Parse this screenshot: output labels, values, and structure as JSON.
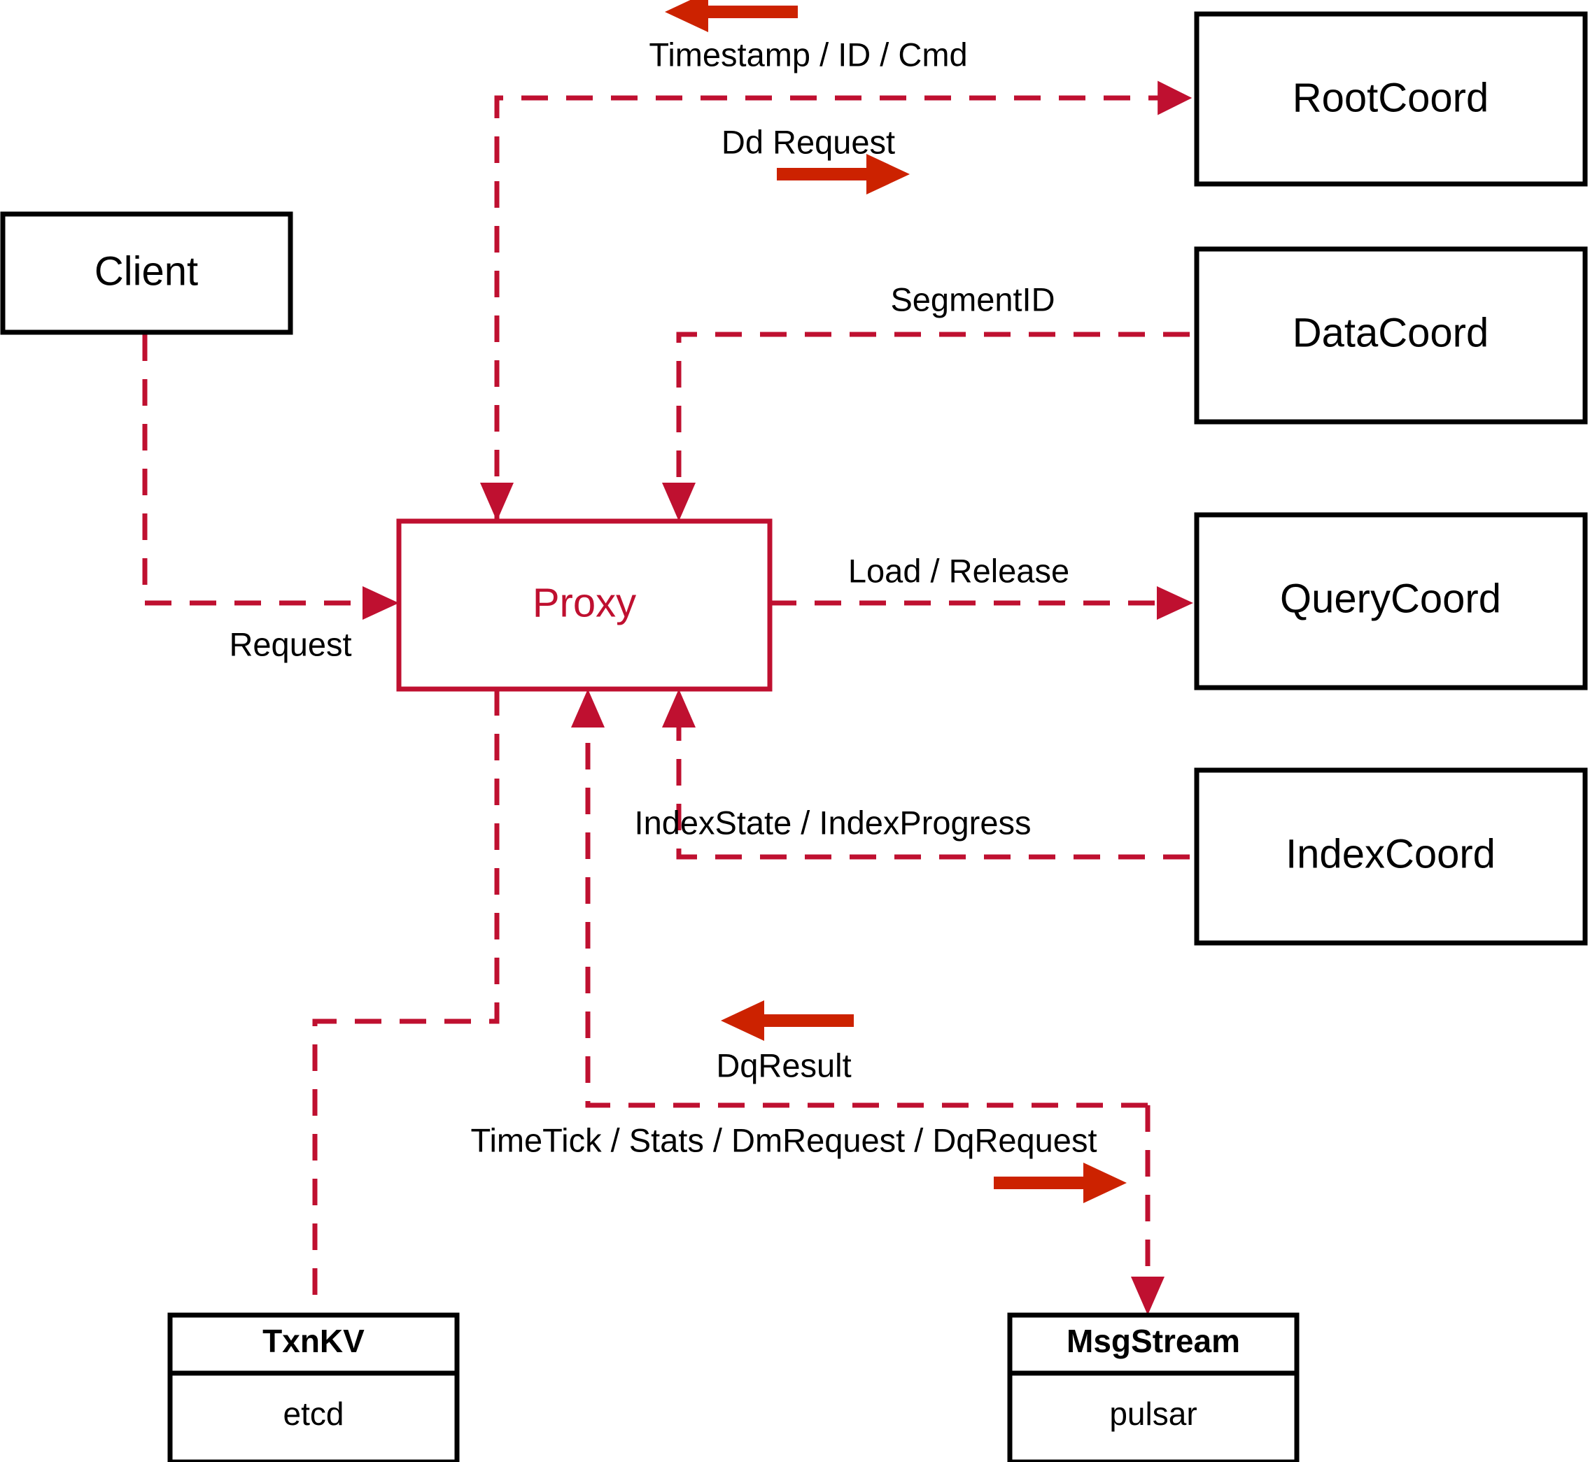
{
  "diagram": {
    "title": "Milvus Proxy interaction diagram",
    "colors": {
      "accent_red": "#bf1030",
      "arrow_red": "#cc2200",
      "node_stroke": "#000000",
      "background": "#ffffff"
    },
    "nodes": [
      {
        "id": "client",
        "label": "Client",
        "style": "black"
      },
      {
        "id": "proxy",
        "label": "Proxy",
        "style": "red"
      },
      {
        "id": "rootcoord",
        "label": "RootCoord",
        "style": "black"
      },
      {
        "id": "datacoord",
        "label": "DataCoord",
        "style": "black"
      },
      {
        "id": "querycoord",
        "label": "QueryCoord",
        "style": "black"
      },
      {
        "id": "indexcoord",
        "label": "IndexCoord",
        "style": "black"
      },
      {
        "id": "txnkv",
        "header": "TxnKV",
        "body": "etcd",
        "style": "black-split"
      },
      {
        "id": "msgstream",
        "header": "MsgStream",
        "body": "pulsar",
        "style": "black-split"
      }
    ],
    "edges": [
      {
        "id": "e-timestamp",
        "label": "Timestamp / ID / Cmd",
        "from": "rootcoord",
        "to": "proxy",
        "direction": "left"
      },
      {
        "id": "e-ddrequest",
        "label": "Dd Request",
        "from": "proxy",
        "to": "rootcoord",
        "direction": "right"
      },
      {
        "id": "e-segmentid",
        "label": "SegmentID",
        "from": "datacoord",
        "to": "proxy",
        "direction": "left"
      },
      {
        "id": "e-request",
        "label": "Request",
        "from": "client",
        "to": "proxy",
        "direction": "right"
      },
      {
        "id": "e-loadrel",
        "label": "Load / Release",
        "from": "proxy",
        "to": "querycoord",
        "direction": "right"
      },
      {
        "id": "e-indexstate",
        "label": "IndexState / IndexProgress",
        "from": "indexcoord",
        "to": "proxy",
        "direction": "left"
      },
      {
        "id": "e-dqresult",
        "label": "DqResult",
        "from": "msgstream",
        "to": "proxy",
        "direction": "left"
      },
      {
        "id": "e-timetick",
        "label": "TimeTick / Stats / DmRequest / DqRequest",
        "from": "proxy",
        "to": "msgstream",
        "direction": "right"
      },
      {
        "id": "e-txnkv",
        "label": "",
        "from": "proxy",
        "to": "txnkv",
        "direction": "none"
      }
    ]
  }
}
